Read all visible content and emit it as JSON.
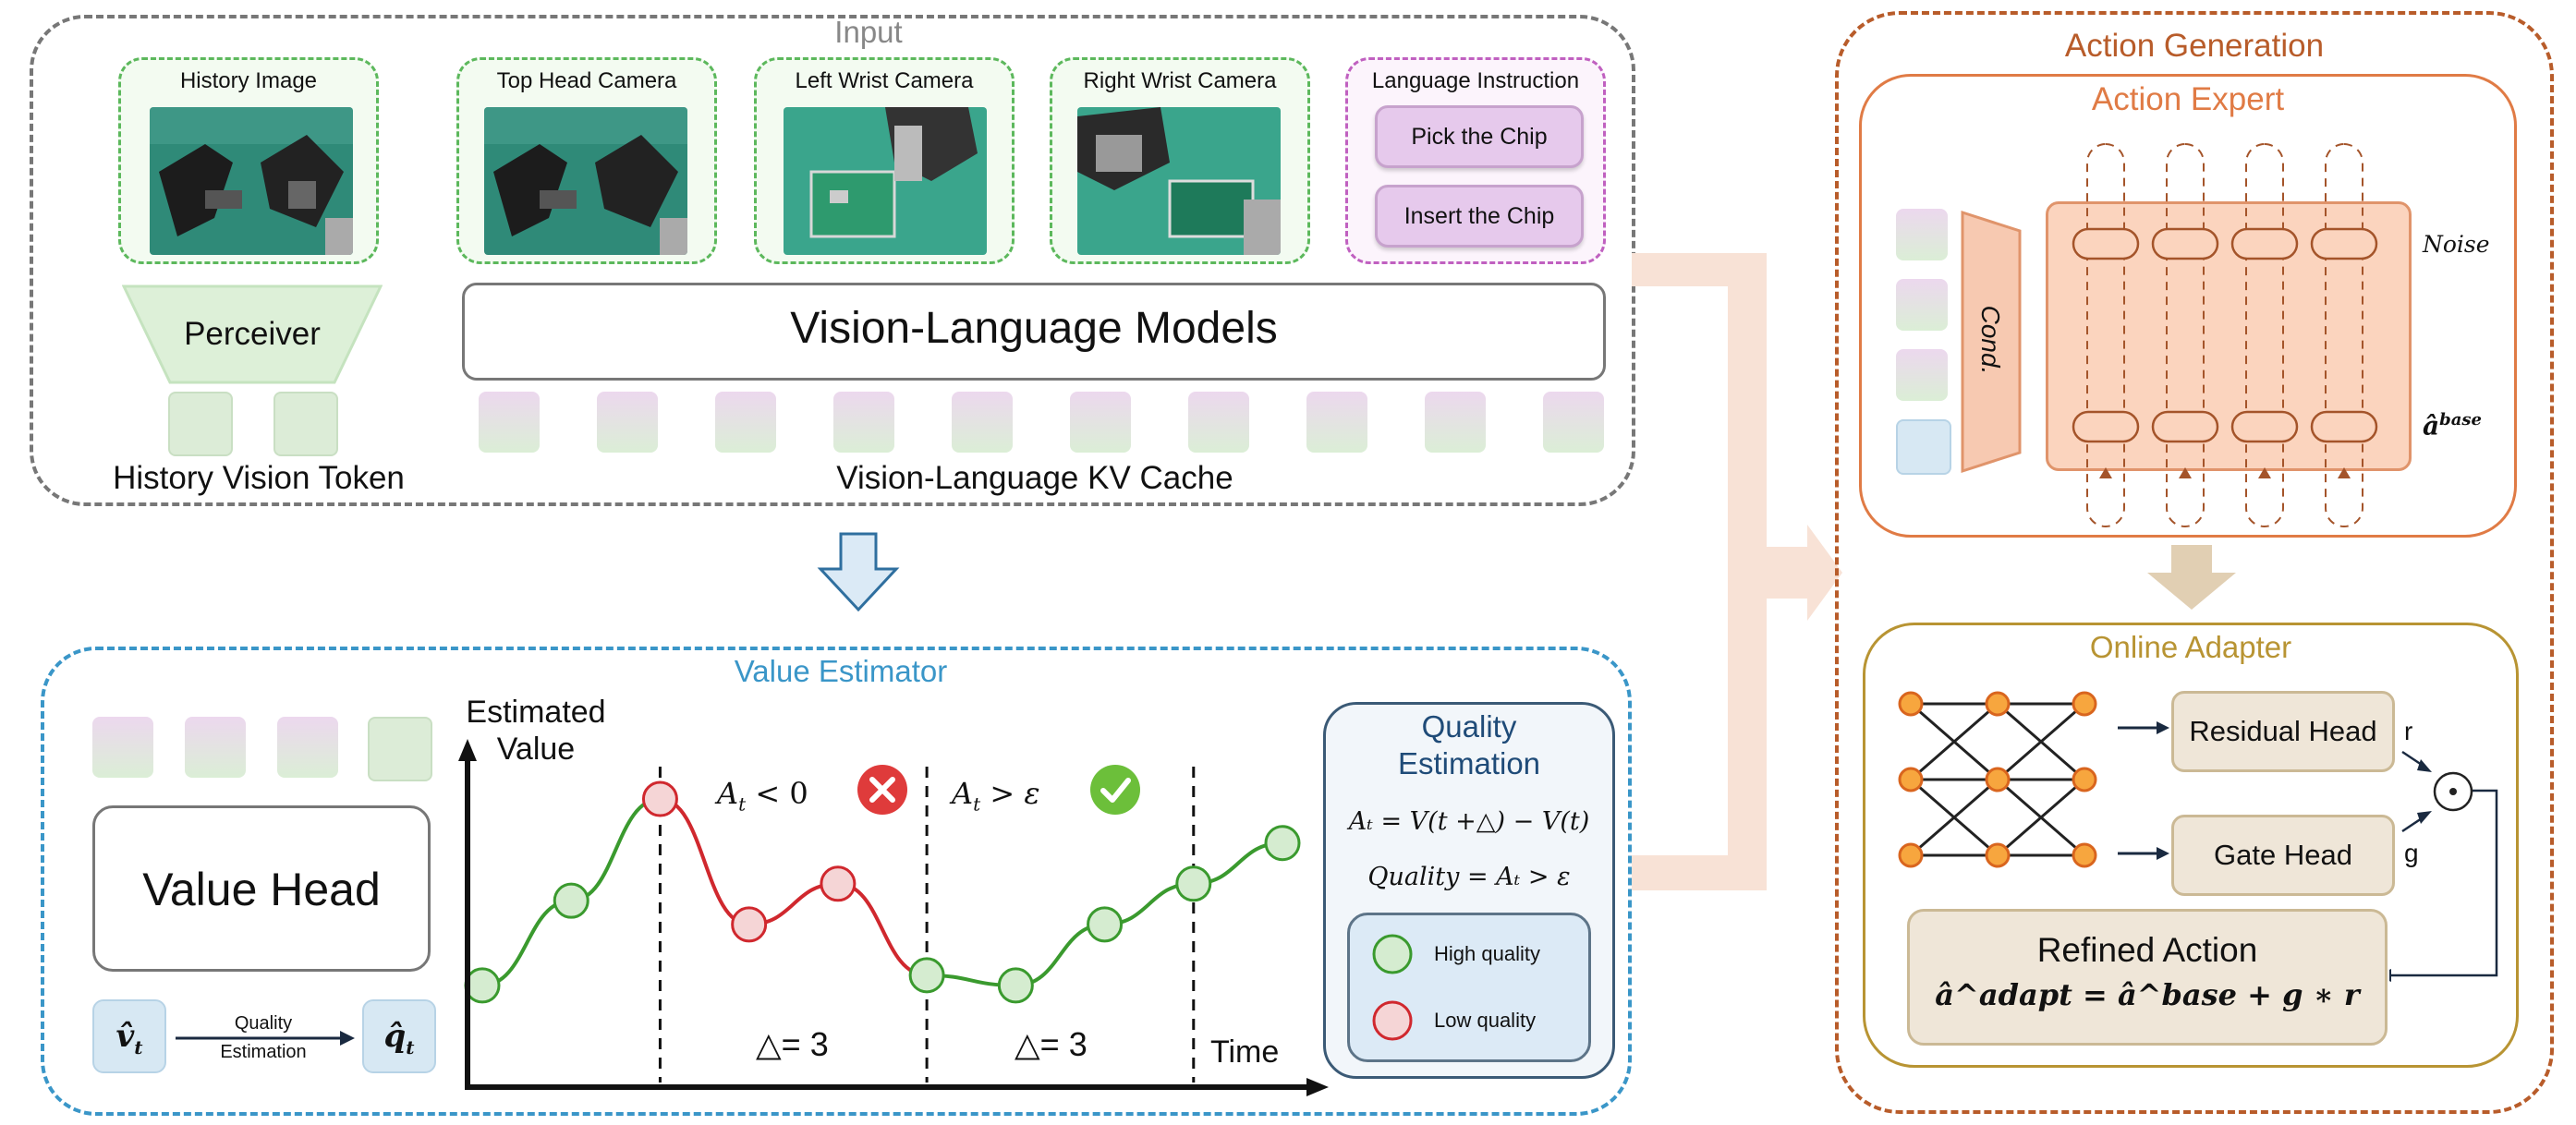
{
  "input": {
    "title": "Input",
    "history_image_label": "History Image",
    "top_head_camera_label": "Top Head Camera",
    "left_wrist_camera_label": "Left Wrist Camera",
    "right_wrist_camera_label": "Right Wrist Camera",
    "language_instruction_label": "Language Instruction",
    "instructions": [
      "Pick the Chip",
      "Insert the Chip"
    ],
    "perceiver_label": "Perceiver",
    "vlm_label": "Vision-Language Models",
    "history_token_label": "History Vision Token",
    "kv_cache_label": "Vision-Language KV Cache"
  },
  "value_estimator": {
    "title": "Value Estimator",
    "value_head_label": "Value Head",
    "v_hat": "v̂",
    "v_sub": "t",
    "q_hat": "q̂",
    "q_sub": "t",
    "arrow_label_line1": "Quality",
    "arrow_label_line2": "Estimation",
    "y_axis_label_line1": "Estimated",
    "y_axis_label_line2": "Value",
    "x_axis_label": "Time",
    "cond_bad": "< 0",
    "cond_good": "> ε",
    "A_sym": "A",
    "A_sub": "t",
    "delta_label_1": "△= 3",
    "delta_label_2": "△= 3",
    "quality_title_line1": "Quality",
    "quality_title_line2": "Estimation",
    "formula_1": "Aₜ = V(t +△) − V(t)",
    "formula_2": "Quality = Aₜ > ε",
    "legend_high": "High quality",
    "legend_low": "Low quality"
  },
  "action_generation": {
    "title": "Action Generation",
    "action_expert_title": "Action Expert",
    "cond_label": "Cond.",
    "noise_label": "Noise",
    "a_base_label": "â",
    "a_base_sup": "base",
    "online_adapter_title": "Online Adapter",
    "residual_head_label": "Residual Head",
    "gate_head_label": "Gate Head",
    "r_label": "r",
    "g_label": "g",
    "odot_symbol": "⊙",
    "refined_action_label": "Refined Action",
    "refined_formula": "â^adapt = â^base + g ∗ r"
  },
  "colors": {
    "input_border": "#777777",
    "value_border": "#3a96c8",
    "action_border": "#b85c2a",
    "action_expert_border": "#e07b45",
    "online_adapter_border": "#b89433",
    "green": "#3a9a2e",
    "red": "#d0282e",
    "orange_node": "#f0962b"
  },
  "chart_data": {
    "type": "line",
    "x": [
      1,
      2,
      3,
      4,
      5,
      6,
      7,
      8,
      9,
      10
    ],
    "series": [
      {
        "values": [
          0.3,
          0.55,
          0.85,
          0.48,
          0.6,
          0.33,
          0.3,
          0.48,
          0.6,
          0.72
        ]
      }
    ],
    "point_quality": [
      "high",
      "high",
      "low",
      "low",
      "low",
      "high",
      "high",
      "high",
      "high",
      "high"
    ],
    "segment_quality": [
      "high",
      "high",
      "low",
      "low",
      "low",
      "high",
      "high",
      "high",
      "high"
    ],
    "title": "",
    "xlabel": "Time",
    "ylabel": "Estimated Value",
    "dividers_at": [
      3,
      6,
      9
    ],
    "grid": false,
    "legend": "right"
  }
}
